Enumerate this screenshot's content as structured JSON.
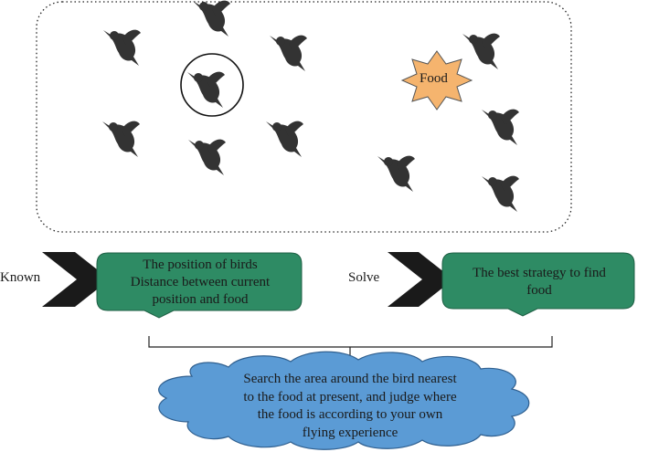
{
  "food": {
    "label": "Food"
  },
  "known": {
    "label": "Known",
    "lines": [
      "The position of birds",
      "Distance between current",
      "position and food"
    ]
  },
  "solve": {
    "label": "Solve",
    "lines": [
      "The best strategy to find",
      "food"
    ]
  },
  "result": {
    "lines": [
      "Search the area around the bird nearest",
      "to the food at present, and judge where",
      "the food is according to your own",
      "flying experience"
    ]
  },
  "colors": {
    "bird": "#333333",
    "food_star": "#f5b46e",
    "box_fill": "#2e8b64",
    "cloud_fill": "#5b9bd5",
    "chevron": "#1a1a1a"
  },
  "icons": {
    "bird": "bird-icon",
    "food": "star-shape",
    "arrow": "chevron-right-icon"
  }
}
